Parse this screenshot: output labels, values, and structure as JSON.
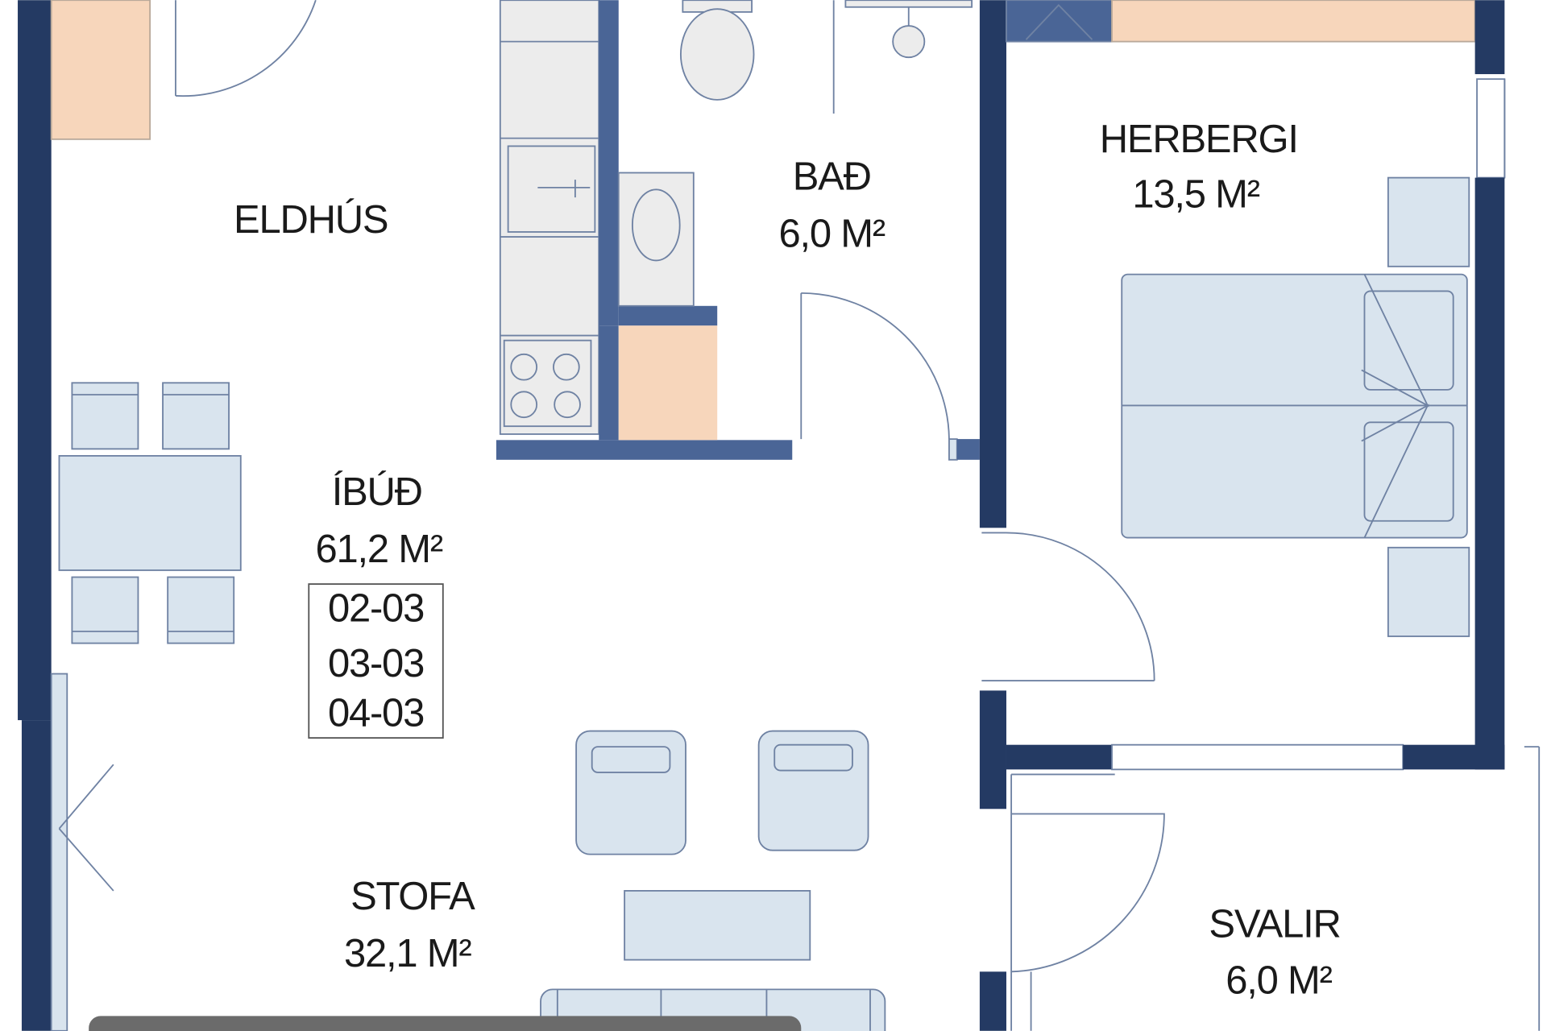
{
  "colors": {
    "wall_dark": "#243a63",
    "wall_mid": "#4a6596",
    "storage": "#f7d6bb",
    "furniture": "#d9e4ee",
    "fixture": "#ececec",
    "outline": "#6f82a3"
  },
  "rooms": {
    "kitchen": {
      "name": "ELDHÚS"
    },
    "bath": {
      "name": "BAÐ",
      "area": "6,0 M²"
    },
    "bedroom": {
      "name": "HERBERGI",
      "area": "13,5 M²"
    },
    "apartment": {
      "name": "ÍBÚÐ",
      "area": "61,2 M²",
      "units": [
        "02-03",
        "03-03",
        "04-03"
      ]
    },
    "living": {
      "name": "STOFA",
      "area": "32,1 M²"
    },
    "balcony": {
      "name": "SVALIR",
      "area": "6,0 M²"
    }
  }
}
